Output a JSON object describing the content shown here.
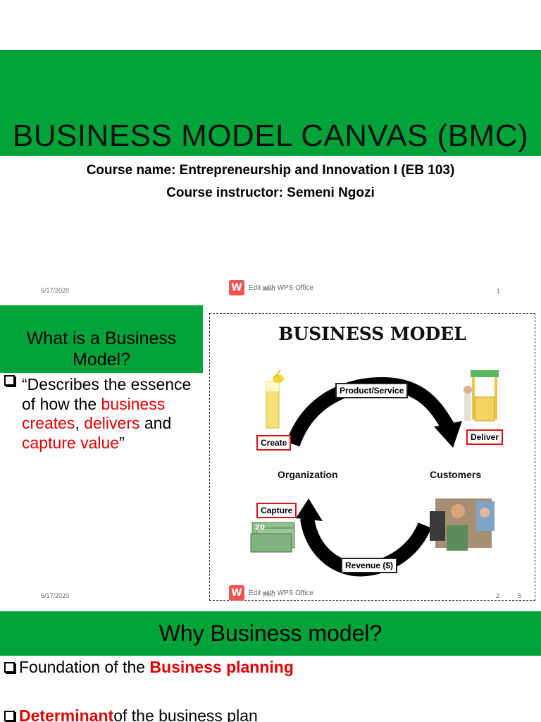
{
  "slide1": {
    "title": "BUSINESS MODEL CANVAS (BMC)",
    "course_name": "Course name: Entrepreneurship and Innovation I (EB 103)",
    "course_instructor": "Course instructor: Semeni Ngozi",
    "footer": {
      "date": "6/17/2020",
      "wps_text": "Edit with WPS Office",
      "wps_overlay": "BMC",
      "page": "1"
    }
  },
  "slide2": {
    "heading": "What is a Business Model?",
    "quote": {
      "open": "“Describes the essence of how the ",
      "red1": "business creates",
      "comma": ",",
      "red2": "delivers",
      "and": " and ",
      "red3": "capture value",
      "close": "”"
    },
    "diagram": {
      "title": "BUSINESS MODEL",
      "product_service": "Product/Service",
      "create": "Create",
      "deliver": "Deliver",
      "organization": "Organization",
      "customers": "Customers",
      "capture": "Capture",
      "revenue": "Revenue ($)"
    },
    "footer": {
      "date": "6/17/2020",
      "wps_text": "Edit with WPS Office",
      "wps_overlay": "BMC",
      "page": "2",
      "page2": "5"
    }
  },
  "slide3": {
    "title": "Why Business model?",
    "bullet1_plain": "Foundation of the ",
    "bullet1_red": "Business planning",
    "bullet2_red": "Determinant",
    "bullet2_plain": " of  the business plan"
  },
  "colors": {
    "green": "#00a33a",
    "red": "#e30000",
    "wps": "#ef5350"
  },
  "icons": [
    "wps-logo-icon",
    "checkbox-bullet-icon",
    "lemonade-glass-icon",
    "lemonade-stand-icon",
    "customers-photo-icon",
    "money-bills-icon",
    "cycle-arrow-icon"
  ]
}
